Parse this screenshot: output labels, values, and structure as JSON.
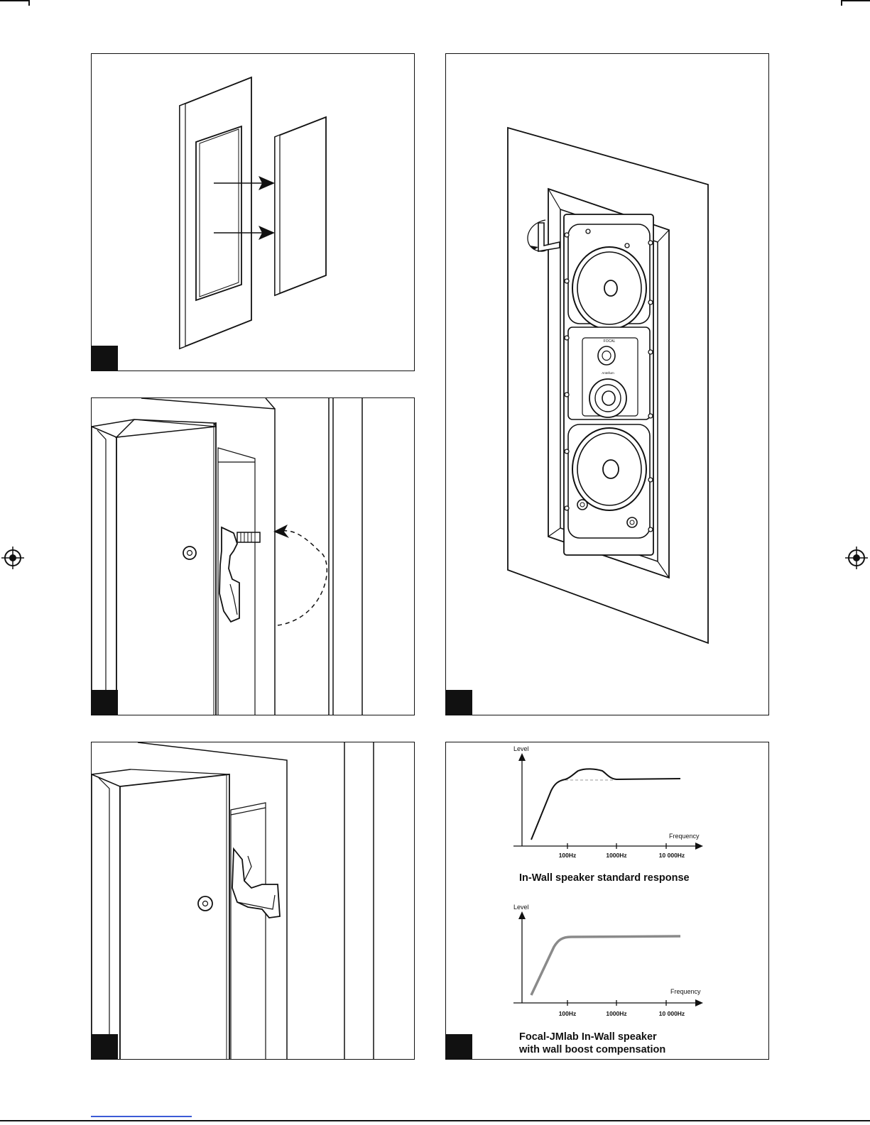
{
  "graph1": {
    "ylabel": "Level",
    "xlabel": "Frequency",
    "ticks": [
      "100Hz",
      "1000Hz",
      "10 000Hz"
    ],
    "caption": "In-Wall speaker standard response"
  },
  "graph2": {
    "ylabel": "Level",
    "xlabel": "Frequency",
    "ticks": [
      "100Hz",
      "1000Hz",
      "10 000Hz"
    ],
    "caption_line1": "Focal-JMlab In-Wall speaker",
    "caption_line2": "with wall boost compensation"
  },
  "speaker_logo": "FOCAL",
  "speaker_model": "Antellum",
  "colors": {
    "ink": "#111111",
    "boost_curve": "#8a8a8a",
    "dashed": "#999999",
    "footer_link": "#3b5bd6"
  }
}
